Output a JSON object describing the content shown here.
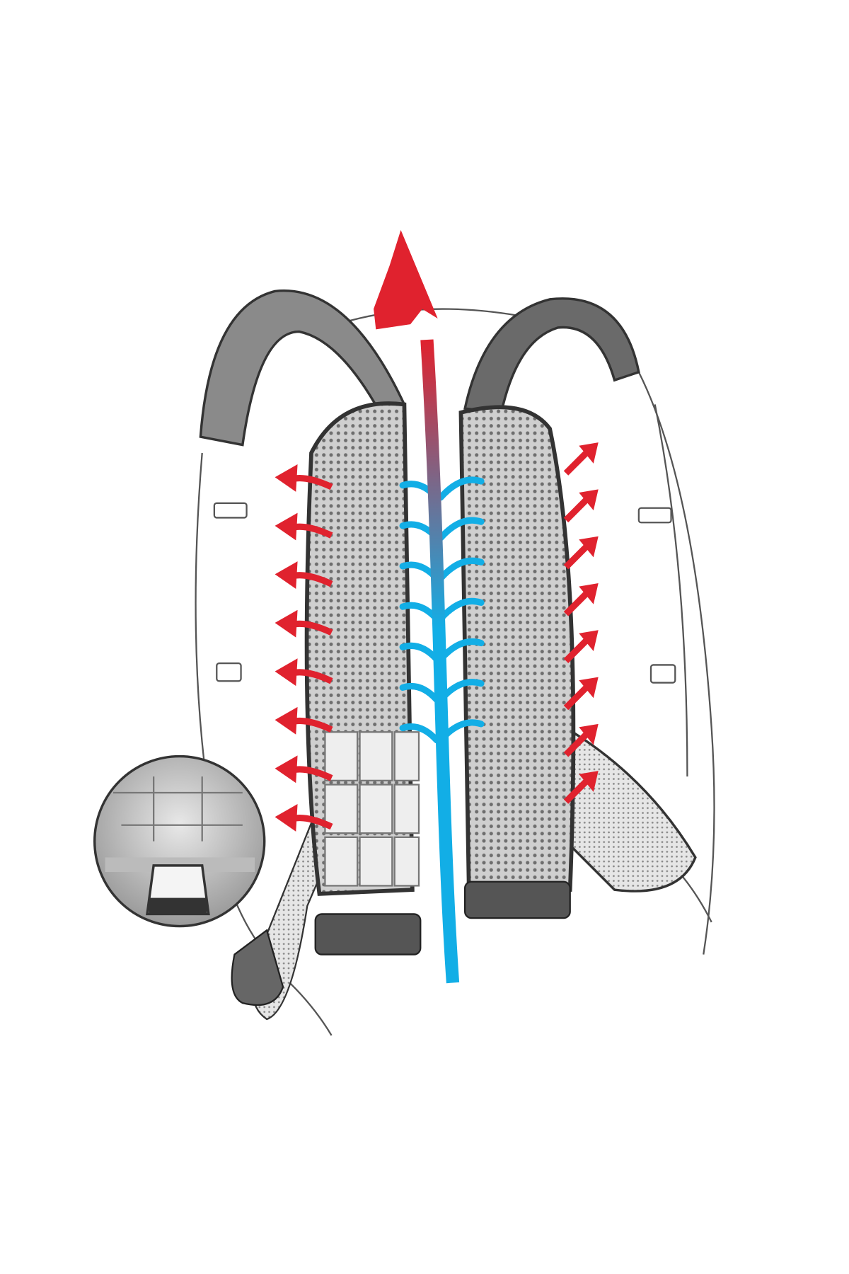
{
  "title": "",
  "colors": {
    "background": "#ffffff",
    "outline": "#555555",
    "strap_dark": "#3a3a3a",
    "mesh": "#c9c9c9",
    "mesh_dot": "#6e6e6e",
    "cool_air": "#12aee6",
    "warm_air": "#e0222e"
  },
  "icons": [
    "airflow-arrow-icon",
    "warm-air-arrow-icon",
    "cool-air-branch-icon",
    "foam-detail-inset-icon"
  ],
  "airflow": {
    "left_warm_arrows": 8,
    "right_warm_arrows": 8,
    "cool_branches_per_side": 7
  }
}
